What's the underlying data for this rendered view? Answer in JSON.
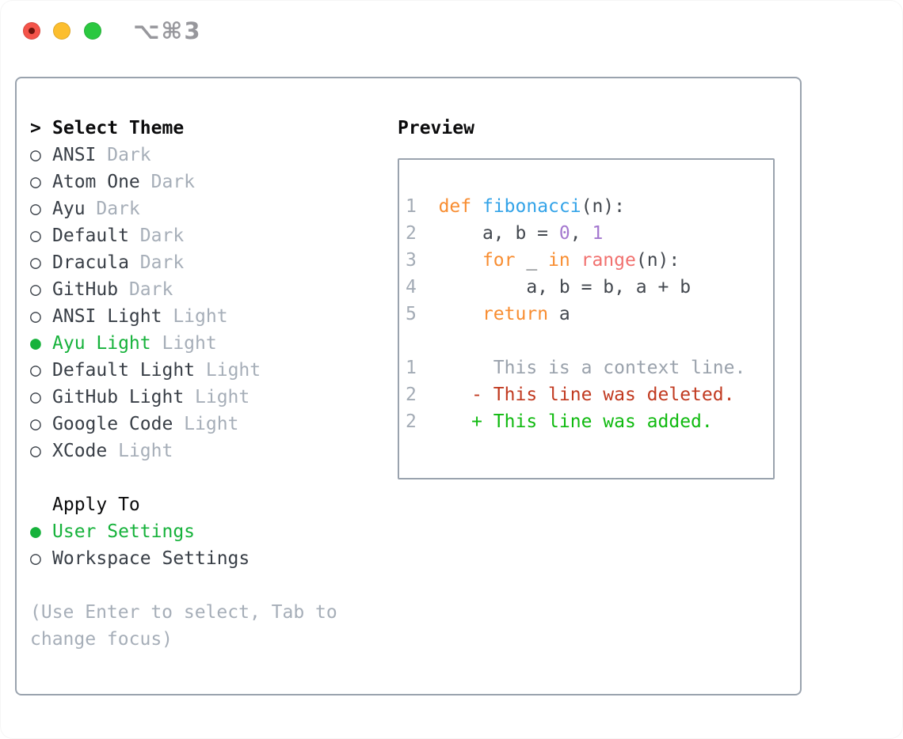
{
  "window": {
    "title": "⌥⌘3"
  },
  "markers": {
    "unselected": "○",
    "selected": "●"
  },
  "select_theme": {
    "header_marker": ">",
    "header_label": "Select Theme",
    "items": [
      {
        "name": "ANSI",
        "variant": "Dark",
        "selected": false
      },
      {
        "name": "Atom One",
        "variant": "Dark",
        "selected": false
      },
      {
        "name": "Ayu",
        "variant": "Dark",
        "selected": false
      },
      {
        "name": "Default",
        "variant": "Dark",
        "selected": false
      },
      {
        "name": "Dracula",
        "variant": "Dark",
        "selected": false
      },
      {
        "name": "GitHub",
        "variant": "Dark",
        "selected": false
      },
      {
        "name": "ANSI Light",
        "variant": "Light",
        "selected": false
      },
      {
        "name": "Ayu Light",
        "variant": "Light",
        "selected": true
      },
      {
        "name": "Default Light",
        "variant": "Light",
        "selected": false
      },
      {
        "name": "GitHub Light",
        "variant": "Light",
        "selected": false
      },
      {
        "name": "Google Code",
        "variant": "Light",
        "selected": false
      },
      {
        "name": "XCode",
        "variant": "Light",
        "selected": false
      }
    ]
  },
  "apply_to": {
    "header_label": "Apply To",
    "options": [
      {
        "label": "User Settings",
        "selected": true
      },
      {
        "label": "Workspace Settings",
        "selected": false
      }
    ]
  },
  "hint": "(Use Enter to select, Tab to change focus)",
  "preview": {
    "header_label": "Preview",
    "code_lines": [
      {
        "num": "1",
        "tokens": [
          {
            "t": "def",
            "c": "keyword"
          },
          {
            "t": " ",
            "c": "plain"
          },
          {
            "t": "fibonacci",
            "c": "function"
          },
          {
            "t": "(n):",
            "c": "plain"
          }
        ]
      },
      {
        "num": "2",
        "tokens": [
          {
            "t": "    a, b = ",
            "c": "plain"
          },
          {
            "t": "0",
            "c": "number"
          },
          {
            "t": ", ",
            "c": "plain"
          },
          {
            "t": "1",
            "c": "number"
          }
        ]
      },
      {
        "num": "3",
        "tokens": [
          {
            "t": "    ",
            "c": "plain"
          },
          {
            "t": "for",
            "c": "keyword"
          },
          {
            "t": " _ ",
            "c": "plain"
          },
          {
            "t": "in",
            "c": "keyword"
          },
          {
            "t": " ",
            "c": "plain"
          },
          {
            "t": "range",
            "c": "builtin"
          },
          {
            "t": "(n):",
            "c": "plain"
          }
        ]
      },
      {
        "num": "4",
        "tokens": [
          {
            "t": "        a, b = b, a + b",
            "c": "plain"
          }
        ]
      },
      {
        "num": "5",
        "tokens": [
          {
            "t": "    ",
            "c": "plain"
          },
          {
            "t": "return",
            "c": "keyword"
          },
          {
            "t": " a",
            "c": "plain"
          }
        ]
      }
    ],
    "diff_lines": [
      {
        "num": "1",
        "marker": " ",
        "text": "This is a context line.",
        "kind": "context"
      },
      {
        "num": "2",
        "marker": "-",
        "text": "This line was deleted.",
        "kind": "deleted"
      },
      {
        "num": "2",
        "marker": "+",
        "text": "This line was added.",
        "kind": "added"
      }
    ]
  },
  "colors": {
    "selection_green": "#16b23b",
    "keyword": "#f88d31",
    "function": "#33a3e8",
    "number": "#a478cf",
    "builtin": "#f1716f",
    "plain": "#42474e",
    "lineno": "#a3abb5",
    "context": "#9aa2ac",
    "deleted": "#c13a20",
    "added": "#10ba10",
    "muted": "#a6aeb8",
    "text_dark": "#383e46",
    "border": "#9aa3ae",
    "traffic_red": "#f4544a",
    "traffic_yellow": "#fcbe2e",
    "traffic_green": "#2bc840",
    "title_gray": "#97979c"
  }
}
